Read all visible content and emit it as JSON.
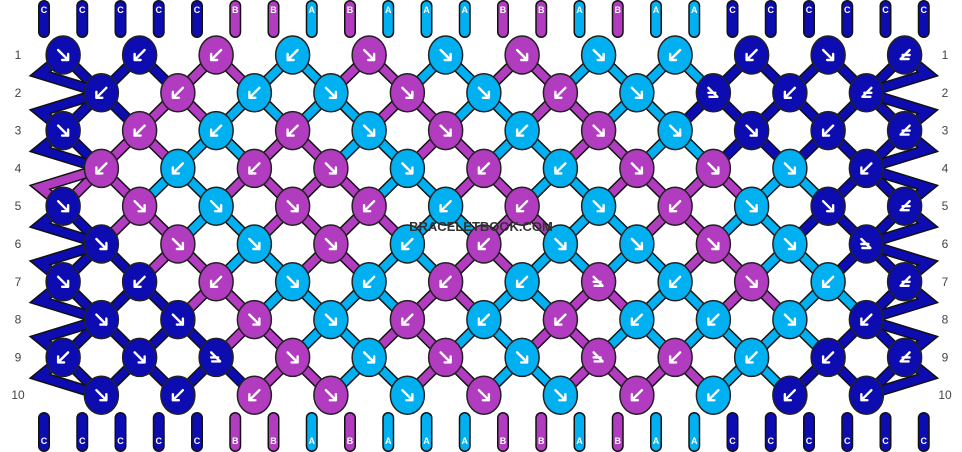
{
  "watermark": "BRACELETBOOK.COM",
  "colors": {
    "A": "#00b0f0",
    "B": "#b23cbf",
    "C": "#0c0cb0"
  },
  "strands_top": [
    "C",
    "C",
    "C",
    "C",
    "C",
    "B",
    "B",
    "A",
    "B",
    "A",
    "A",
    "A",
    "B",
    "B",
    "A",
    "B",
    "A",
    "A",
    "C",
    "C",
    "C",
    "C",
    "C",
    "C"
  ],
  "strands_bottom": [
    "C",
    "C",
    "C",
    "C",
    "C",
    "B",
    "B",
    "A",
    "B",
    "A",
    "A",
    "A",
    "B",
    "B",
    "A",
    "B",
    "A",
    "A",
    "C",
    "C",
    "C",
    "C",
    "C",
    "C"
  ],
  "row_numbers": [
    "1",
    "2",
    "3",
    "4",
    "5",
    "6",
    "7",
    "8",
    "9",
    "10"
  ],
  "knots": [
    [
      {
        "c": "C",
        "d": "f"
      },
      {
        "c": "C",
        "d": "b"
      },
      {
        "c": "B",
        "d": "b"
      },
      {
        "c": "A",
        "d": "b"
      },
      {
        "c": "B",
        "d": "f"
      },
      {
        "c": "A",
        "d": "f"
      },
      {
        "c": "B",
        "d": "f"
      },
      {
        "c": "A",
        "d": "f"
      },
      {
        "c": "A",
        "d": "b"
      },
      {
        "c": "C",
        "d": "b"
      },
      {
        "c": "C",
        "d": "f"
      },
      {
        "c": "C",
        "d": "bf"
      }
    ],
    [
      {
        "c": "C",
        "d": "b"
      },
      {
        "c": "B",
        "d": "b"
      },
      {
        "c": "A",
        "d": "b"
      },
      {
        "c": "A",
        "d": "f"
      },
      {
        "c": "B",
        "d": "f"
      },
      {
        "c": "A",
        "d": "f"
      },
      {
        "c": "B",
        "d": "b"
      },
      {
        "c": "A",
        "d": "f"
      },
      {
        "c": "C",
        "d": "fb"
      },
      {
        "c": "C",
        "d": "b"
      },
      {
        "c": "C",
        "d": "bf"
      }
    ],
    [
      {
        "c": "C",
        "d": "f"
      },
      {
        "c": "B",
        "d": "b"
      },
      {
        "c": "A",
        "d": "b"
      },
      {
        "c": "B",
        "d": "b"
      },
      {
        "c": "A",
        "d": "f"
      },
      {
        "c": "B",
        "d": "f"
      },
      {
        "c": "A",
        "d": "b"
      },
      {
        "c": "B",
        "d": "f"
      },
      {
        "c": "A",
        "d": "f"
      },
      {
        "c": "C",
        "d": "f"
      },
      {
        "c": "C",
        "d": "b"
      },
      {
        "c": "C",
        "d": "bf"
      }
    ],
    [
      {
        "c": "B",
        "d": "b"
      },
      {
        "c": "A",
        "d": "b"
      },
      {
        "c": "B",
        "d": "b"
      },
      {
        "c": "B",
        "d": "f"
      },
      {
        "c": "A",
        "d": "f"
      },
      {
        "c": "B",
        "d": "b"
      },
      {
        "c": "A",
        "d": "b"
      },
      {
        "c": "B",
        "d": "f"
      },
      {
        "c": "B",
        "d": "f"
      },
      {
        "c": "A",
        "d": "f"
      },
      {
        "c": "C",
        "d": "b"
      }
    ],
    [
      {
        "c": "C",
        "d": "f"
      },
      {
        "c": "B",
        "d": "f"
      },
      {
        "c": "A",
        "d": "f"
      },
      {
        "c": "B",
        "d": "f"
      },
      {
        "c": "B",
        "d": "b"
      },
      {
        "c": "A",
        "d": "b"
      },
      {
        "c": "B",
        "d": "b"
      },
      {
        "c": "A",
        "d": "f"
      },
      {
        "c": "B",
        "d": "b"
      },
      {
        "c": "A",
        "d": "f"
      },
      {
        "c": "C",
        "d": "f"
      },
      {
        "c": "C",
        "d": "bf"
      }
    ],
    [
      {
        "c": "C",
        "d": "f"
      },
      {
        "c": "B",
        "d": "f"
      },
      {
        "c": "A",
        "d": "f"
      },
      {
        "c": "B",
        "d": "f"
      },
      {
        "c": "A",
        "d": "b"
      },
      {
        "c": "B",
        "d": "b"
      },
      {
        "c": "A",
        "d": "f"
      },
      {
        "c": "A",
        "d": "f"
      },
      {
        "c": "B",
        "d": "f"
      },
      {
        "c": "A",
        "d": "f"
      },
      {
        "c": "C",
        "d": "fb"
      }
    ],
    [
      {
        "c": "C",
        "d": "f"
      },
      {
        "c": "C",
        "d": "b"
      },
      {
        "c": "B",
        "d": "b"
      },
      {
        "c": "A",
        "d": "f"
      },
      {
        "c": "A",
        "d": "b"
      },
      {
        "c": "B",
        "d": "b"
      },
      {
        "c": "A",
        "d": "b"
      },
      {
        "c": "B",
        "d": "fb"
      },
      {
        "c": "A",
        "d": "b"
      },
      {
        "c": "B",
        "d": "f"
      },
      {
        "c": "A",
        "d": "b"
      },
      {
        "c": "C",
        "d": "bf"
      }
    ],
    [
      {
        "c": "C",
        "d": "f"
      },
      {
        "c": "C",
        "d": "f"
      },
      {
        "c": "B",
        "d": "f"
      },
      {
        "c": "A",
        "d": "f"
      },
      {
        "c": "B",
        "d": "b"
      },
      {
        "c": "A",
        "d": "b"
      },
      {
        "c": "B",
        "d": "b"
      },
      {
        "c": "A",
        "d": "b"
      },
      {
        "c": "A",
        "d": "b"
      },
      {
        "c": "A",
        "d": "f"
      },
      {
        "c": "C",
        "d": "b"
      }
    ],
    [
      {
        "c": "C",
        "d": "b"
      },
      {
        "c": "C",
        "d": "f"
      },
      {
        "c": "C",
        "d": "fb"
      },
      {
        "c": "B",
        "d": "f"
      },
      {
        "c": "A",
        "d": "f"
      },
      {
        "c": "B",
        "d": "f"
      },
      {
        "c": "A",
        "d": "f"
      },
      {
        "c": "B",
        "d": "fb"
      },
      {
        "c": "B",
        "d": "b"
      },
      {
        "c": "A",
        "d": "b"
      },
      {
        "c": "C",
        "d": "b"
      },
      {
        "c": "C",
        "d": "bf"
      }
    ],
    [
      {
        "c": "C",
        "d": "f"
      },
      {
        "c": "C",
        "d": "b"
      },
      {
        "c": "B",
        "d": "b"
      },
      {
        "c": "B",
        "d": "f"
      },
      {
        "c": "A",
        "d": "f"
      },
      {
        "c": "B",
        "d": "f"
      },
      {
        "c": "A",
        "d": "f"
      },
      {
        "c": "B",
        "d": "b"
      },
      {
        "c": "A",
        "d": "b"
      },
      {
        "c": "C",
        "d": "b"
      },
      {
        "c": "C",
        "d": "b"
      }
    ]
  ]
}
